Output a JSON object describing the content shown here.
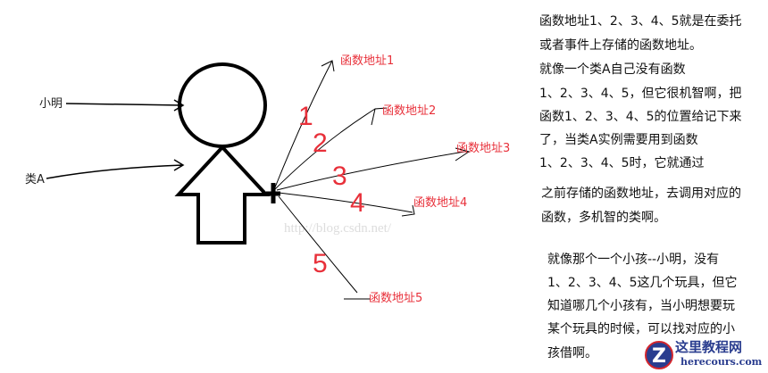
{
  "diagram": {
    "person_label": "小明",
    "class_label": "类A",
    "watermark": "http://blog.csdn.net/",
    "addresses": [
      "函数地址1",
      "函数地址2",
      "函数地址3",
      "函数地址4",
      "函数地址5"
    ],
    "numbers": [
      "1",
      "2",
      "3",
      "4",
      "5"
    ],
    "colors": {
      "stroke": "#000000",
      "accent": "#e8303a"
    }
  },
  "explanation": {
    "lines": [
      "函数地址1、2、3、4、5就是在委托",
      "或者事件上存储的函数地址。",
      "就像一个类A自己没有函数",
      "1、2、3、4、5，但它很机智啊，把",
      "函数1、2、3、4、5的位置给记下来",
      "了，当类A实例需要用到函数",
      "1、2、3、4、5时，它就通过",
      "之前存储的函数地址，去调用对应的",
      "函数，多机智的类啊。",
      "就像那个一个小孩--小明，没有",
      "1、2、3、4、5这几个玩具，但它",
      "知道哪几个小孩有，当小明想要玩",
      "某个玩具的时候，可以找对应的小",
      "孩借啊。"
    ]
  },
  "logo": {
    "title": "这里教程网",
    "url": "herecours.com",
    "mark": "Z"
  }
}
